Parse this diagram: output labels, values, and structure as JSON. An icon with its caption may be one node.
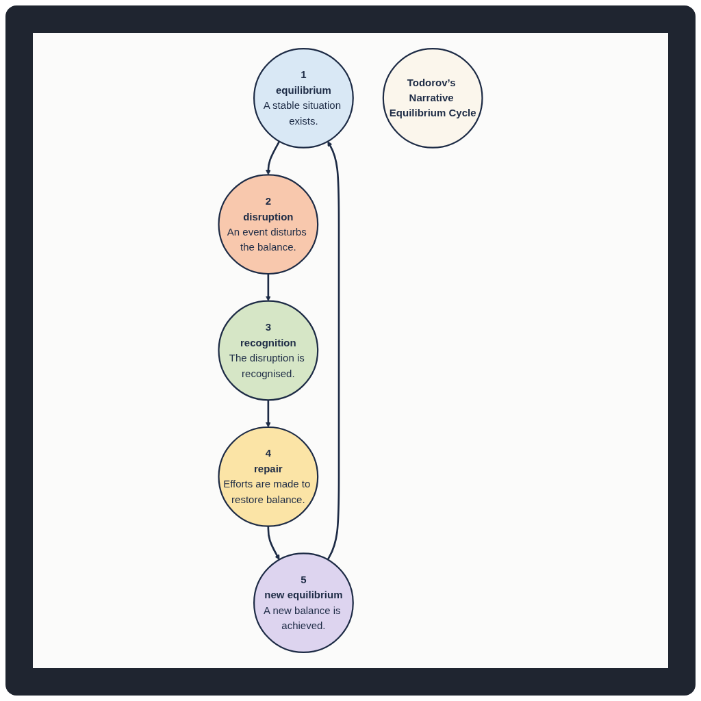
{
  "diagram": {
    "nodes": [
      {
        "text": [
          "1",
          "equilibrium",
          "A stable situation exists."
        ]
      },
      {
        "text": [
          "2",
          "disruption",
          "An event disturbs the balance."
        ]
      },
      {
        "text": [
          "3",
          "recognition",
          "The disruption is recognised."
        ]
      },
      {
        "text": [
          "4",
          "repair",
          "Efforts are made to restore balance."
        ]
      },
      {
        "text": [
          "5",
          "new equilibrium",
          "A new balance is achieved."
        ]
      },
      {
        "text": [
          "Todorov’s Narrative Equilibrium Cycle"
        ]
      }
    ],
    "edges": [
      {
        "from": 0,
        "to": 1,
        "arrow": "to"
      },
      {
        "from": 1,
        "to": 2,
        "arrow": "to"
      },
      {
        "from": 2,
        "to": 3,
        "arrow": "to"
      },
      {
        "from": 3,
        "to": 4,
        "arrow": "to"
      },
      {
        "from": 4,
        "to": 0,
        "arrow": "to"
      }
    ]
  }
}
